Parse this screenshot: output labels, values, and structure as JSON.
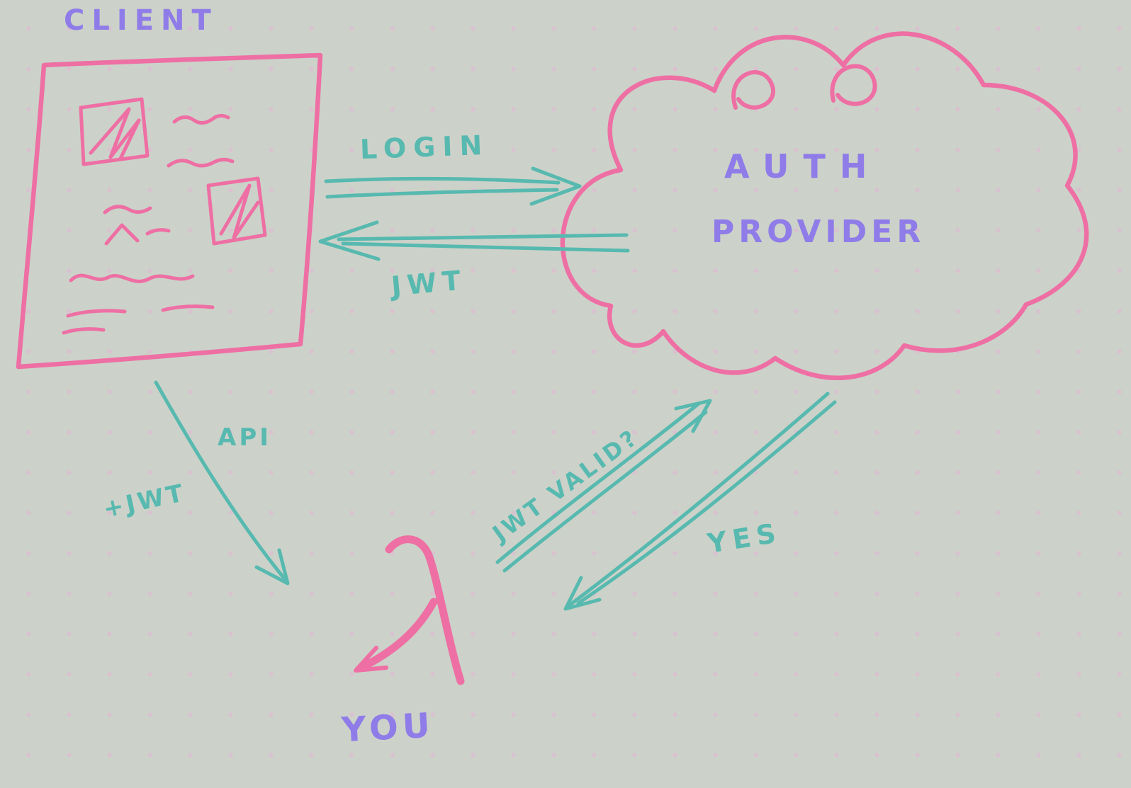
{
  "colors": {
    "background": "#ccd2c9",
    "dots": "#d9c2d0",
    "pink": "#ee6fa4",
    "teal": "#57b9af",
    "purple": "#8f7ce8"
  },
  "client": {
    "label": "CLIENT"
  },
  "auth_cloud": {
    "line1": "AUTH",
    "line2": "PROVIDER"
  },
  "arrows": {
    "login": {
      "label": "LOGIN"
    },
    "jwt_return": {
      "label": "JWT"
    },
    "api": {
      "label": "API",
      "sublabel": "+JWT"
    },
    "jwt_valid": {
      "label": "JWT VALID?"
    },
    "yes": {
      "label": "YES"
    }
  },
  "lambda": {
    "label": "YOU"
  }
}
